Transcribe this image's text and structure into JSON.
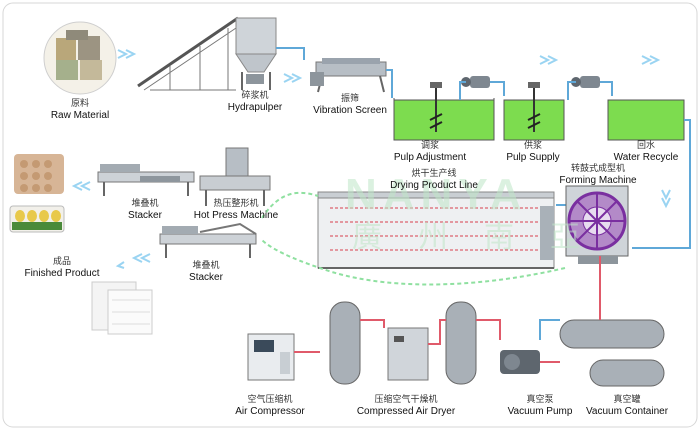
{
  "labels": {
    "raw_material": {
      "zh": "原料",
      "en": "Raw Material"
    },
    "hydrapulper": {
      "zh": "碎浆机",
      "en": "Hydrapulper"
    },
    "vibration_screen": {
      "zh": "振筛",
      "en": "Vibration Screen"
    },
    "pulp_adjustment": {
      "zh": "调浆",
      "en": "Pulp Adjustment"
    },
    "pulp_supply": {
      "zh": "供浆",
      "en": "Pulp Supply"
    },
    "water_recycle": {
      "zh": "回水",
      "en": "Water Recycle"
    },
    "drying_line": {
      "zh": "烘干生产线",
      "en": "Drying Product Line"
    },
    "forming_machine": {
      "zh": "转鼓式成型机",
      "en": "Forming Machine"
    },
    "stacker_top": {
      "zh": "堆叠机",
      "en": "Stacker"
    },
    "hot_press": {
      "zh": "热压整形机",
      "en": "Hot Press Machine"
    },
    "stacker_bottom": {
      "zh": "堆叠机",
      "en": "Stacker"
    },
    "finished_product": {
      "zh": "成品",
      "en": "Finished Product"
    },
    "air_compressor": {
      "zh": "空气压缩机",
      "en": "Air Compressor"
    },
    "air_dryer": {
      "zh": "压缩空气干燥机",
      "en": "Compressed Air Dryer"
    },
    "vacuum_pump": {
      "zh": "真空泵",
      "en": "Vacuum Pump"
    },
    "vacuum_container": {
      "zh": "真空罐",
      "en": "Vacuum Container"
    }
  },
  "watermark": {
    "en": "NANYA",
    "zh": "廣州南亞"
  },
  "colors": {
    "pulp_green": "#7ddc4f",
    "pipe": "#5fa8d8",
    "air_pipe": "#e05a6a",
    "machine_gray": "#9aa3ad",
    "arrow_blue": "#8fd0f0",
    "forming_purple": "#7a2fa0"
  }
}
